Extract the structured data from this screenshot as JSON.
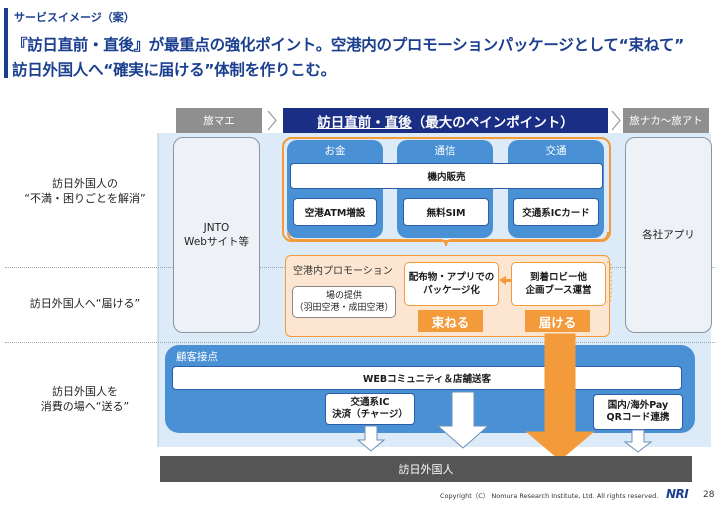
{
  "header": {
    "kicker": "サービスイメージ（案）",
    "title_line1": "『訪日直前・直後』が最重点の強化ポイント。空港内のプロモーションパッケージとして“束ねて”",
    "title_line2": "訪日外国人へ“確実に届ける”体制を作りこむ。"
  },
  "stages": {
    "before": "旅マエ",
    "main_underlined": "訪日直前・直後",
    "main_rest": "（最大のペインポイント）",
    "after": "旅ナカ～旅アト"
  },
  "rows": {
    "row1": [
      "訪日外国人の",
      "“不満・困りごとを解消”"
    ],
    "row2": "訪日外国人へ“届ける”",
    "row3": [
      "訪日外国人を",
      "消費の場へ“送る”"
    ]
  },
  "columns": {
    "jnto": [
      "JNTO",
      "Webサイト等"
    ],
    "apps": "各社アプリ"
  },
  "services": {
    "heads": [
      "お金",
      "通信",
      "交通"
    ],
    "inflight": "機内販売",
    "atm": "空港ATM増設",
    "sim": "無料SIM",
    "ic_card": "交通系ICカード"
  },
  "promo": {
    "label": "空港内プロモーション",
    "venue": [
      "場の提供",
      "（羽田空港・成田空港）"
    ],
    "bundle_card": [
      "配布物・アプリでの",
      "パッケージ化"
    ],
    "deliver_card": [
      "到着ロビー他",
      "企画ブース運営"
    ],
    "bundle_tag": "束ねる",
    "deliver_tag": "届ける"
  },
  "contact": {
    "label": "顧客接点",
    "web": "WEBコミュニティ＆店舗送客",
    "ic_pay": [
      "交通系IC",
      "決済（チャージ）"
    ],
    "qr": [
      "国内/海外Pay",
      "QRコード連携"
    ]
  },
  "bottom": "訪日外国人",
  "footer": {
    "copyright": "Copyright（C） Nomura Research Institute, Ltd. All rights reserved.",
    "logo": "NRI",
    "page": "28"
  }
}
